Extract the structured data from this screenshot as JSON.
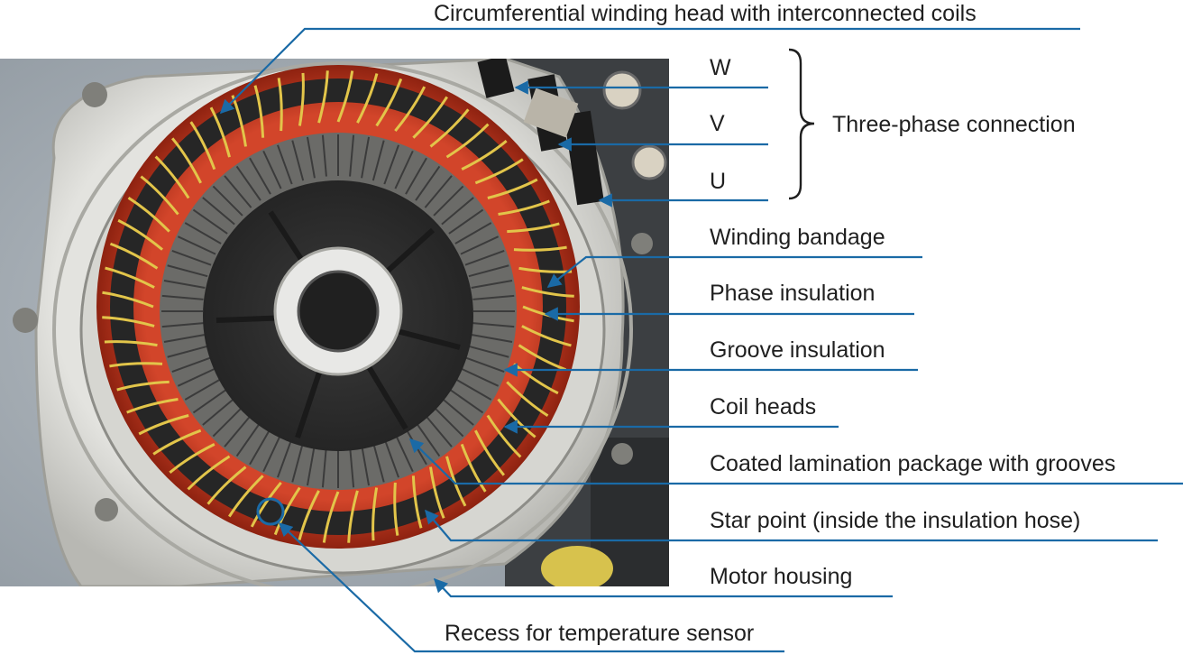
{
  "labels": {
    "circumferential_winding_head": "Circumferential winding head with interconnected coils",
    "phase_w": "W",
    "phase_v": "V",
    "phase_u": "U",
    "three_phase_connection": "Three-phase connection",
    "winding_bandage": "Winding bandage",
    "phase_insulation": "Phase insulation",
    "groove_insulation": "Groove insulation",
    "coil_heads": "Coil heads",
    "coated_lamination_package": "Coated lamination package with grooves",
    "star_point": "Star point (inside the insulation hose)",
    "motor_housing": "Motor housing",
    "recess_temperature_sensor": "Recess for temperature sensor"
  },
  "colors": {
    "leader_line": "#1a6aa6",
    "label_text": "#1f1f1f",
    "copper": "#c8321e",
    "lacing_cord": "#e2c54a",
    "lamination": "#5a5a5a",
    "housing": "#cfcfcc",
    "background": "#9aa3ab"
  }
}
